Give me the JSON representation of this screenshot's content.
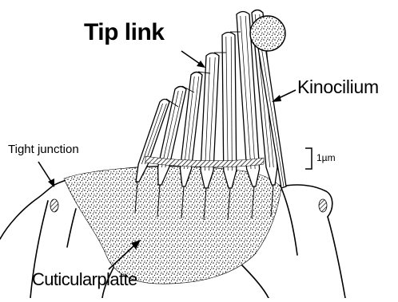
{
  "labels": {
    "tip_link": "Tip link",
    "kinocilium": "Kinocilium",
    "tight_junction": "Tight junction",
    "cuticularplatte": "Cuticularplatte",
    "scale_bar": "1µm"
  },
  "colors": {
    "ink": "#000000",
    "background": "#ffffff"
  }
}
